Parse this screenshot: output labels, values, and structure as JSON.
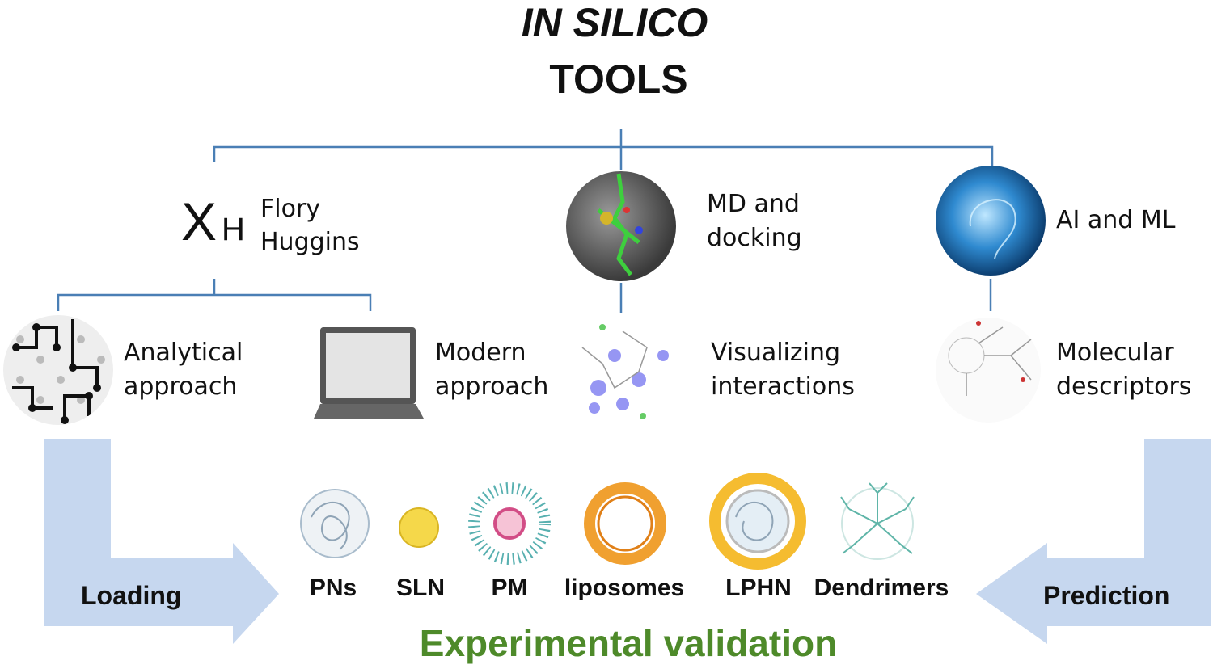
{
  "title": {
    "line1": "IN SILICO",
    "line2": "TOOLS"
  },
  "tools": [
    {
      "symbol_main": "X",
      "symbol_sub": "H",
      "label_line1": "Flory",
      "label_line2": "Huggins"
    },
    {
      "label_line1": "MD and",
      "label_line2": "docking"
    },
    {
      "label_line1": "AI and ML"
    }
  ],
  "subtools": [
    {
      "label_line1": "Analytical",
      "label_line2": "approach"
    },
    {
      "label_line1": "Modern",
      "label_line2": "approach"
    },
    {
      "label_line1": "Visualizing",
      "label_line2": "interactions"
    },
    {
      "label_line1": "Molecular",
      "label_line2": "descriptors"
    }
  ],
  "arrows": {
    "left": "Loading",
    "right": "Prediction"
  },
  "nanoparticles": [
    "PNs",
    "SLN",
    "PM",
    "liposomes",
    "LPHN",
    "Dendrimers"
  ],
  "footer": "Experimental validation",
  "colors": {
    "line": "#4a7fb5",
    "arrow": "#c6d7ef",
    "footer": "#4e8a2a"
  }
}
